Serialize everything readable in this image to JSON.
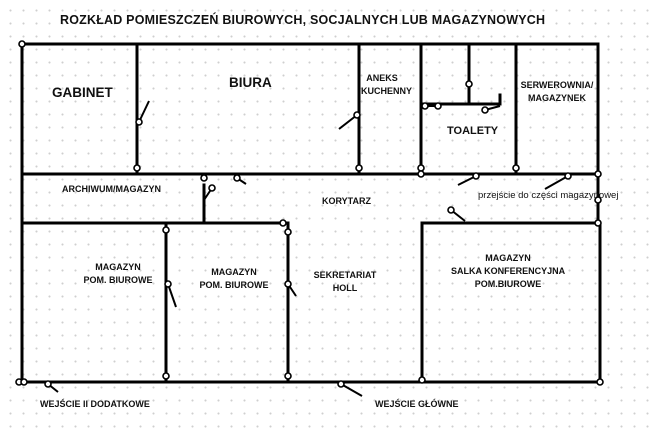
{
  "title": "ROZKŁAD  POMIESZCZEŃ BIUROWYCH, SOCJALNYCH  LUB MAGAZYNOWYCH",
  "rooms": {
    "gabinet": "GABINET",
    "biura": "BIURA",
    "aneks_line1": "ANEKS",
    "aneks_line2": "KUCHENNY",
    "toalety": "TOALETY",
    "serwerownia_line1": "SERWEROWNIA/",
    "serwerownia_line2": "MAGAZYNEK",
    "archiwum": "ARCHIWUM/MAGAZYN",
    "korytarz": "KORYTARZ",
    "przejscie": "przejście do części magazynowej",
    "magazyn1_line1": "MAGAZYN",
    "magazyn1_line2": "POM. BIUROWE",
    "magazyn2_line1": "MAGAZYN",
    "magazyn2_line2": "POM. BIUROWE",
    "sekretariat_line1": "SEKRETARIAT",
    "sekretariat_line2": "HOLL",
    "magazyn3_line1": "MAGAZYN",
    "magazyn3_line2": "SALKA KONFERENCYJNA",
    "magazyn3_line3": "POM.BIUROWE"
  },
  "entrances": {
    "secondary": "WEJŚCIE II DODATKOWE",
    "main": "WEJŚCIE GŁÓWNE"
  },
  "colors": {
    "wall": "#000000",
    "text": "#111111"
  }
}
